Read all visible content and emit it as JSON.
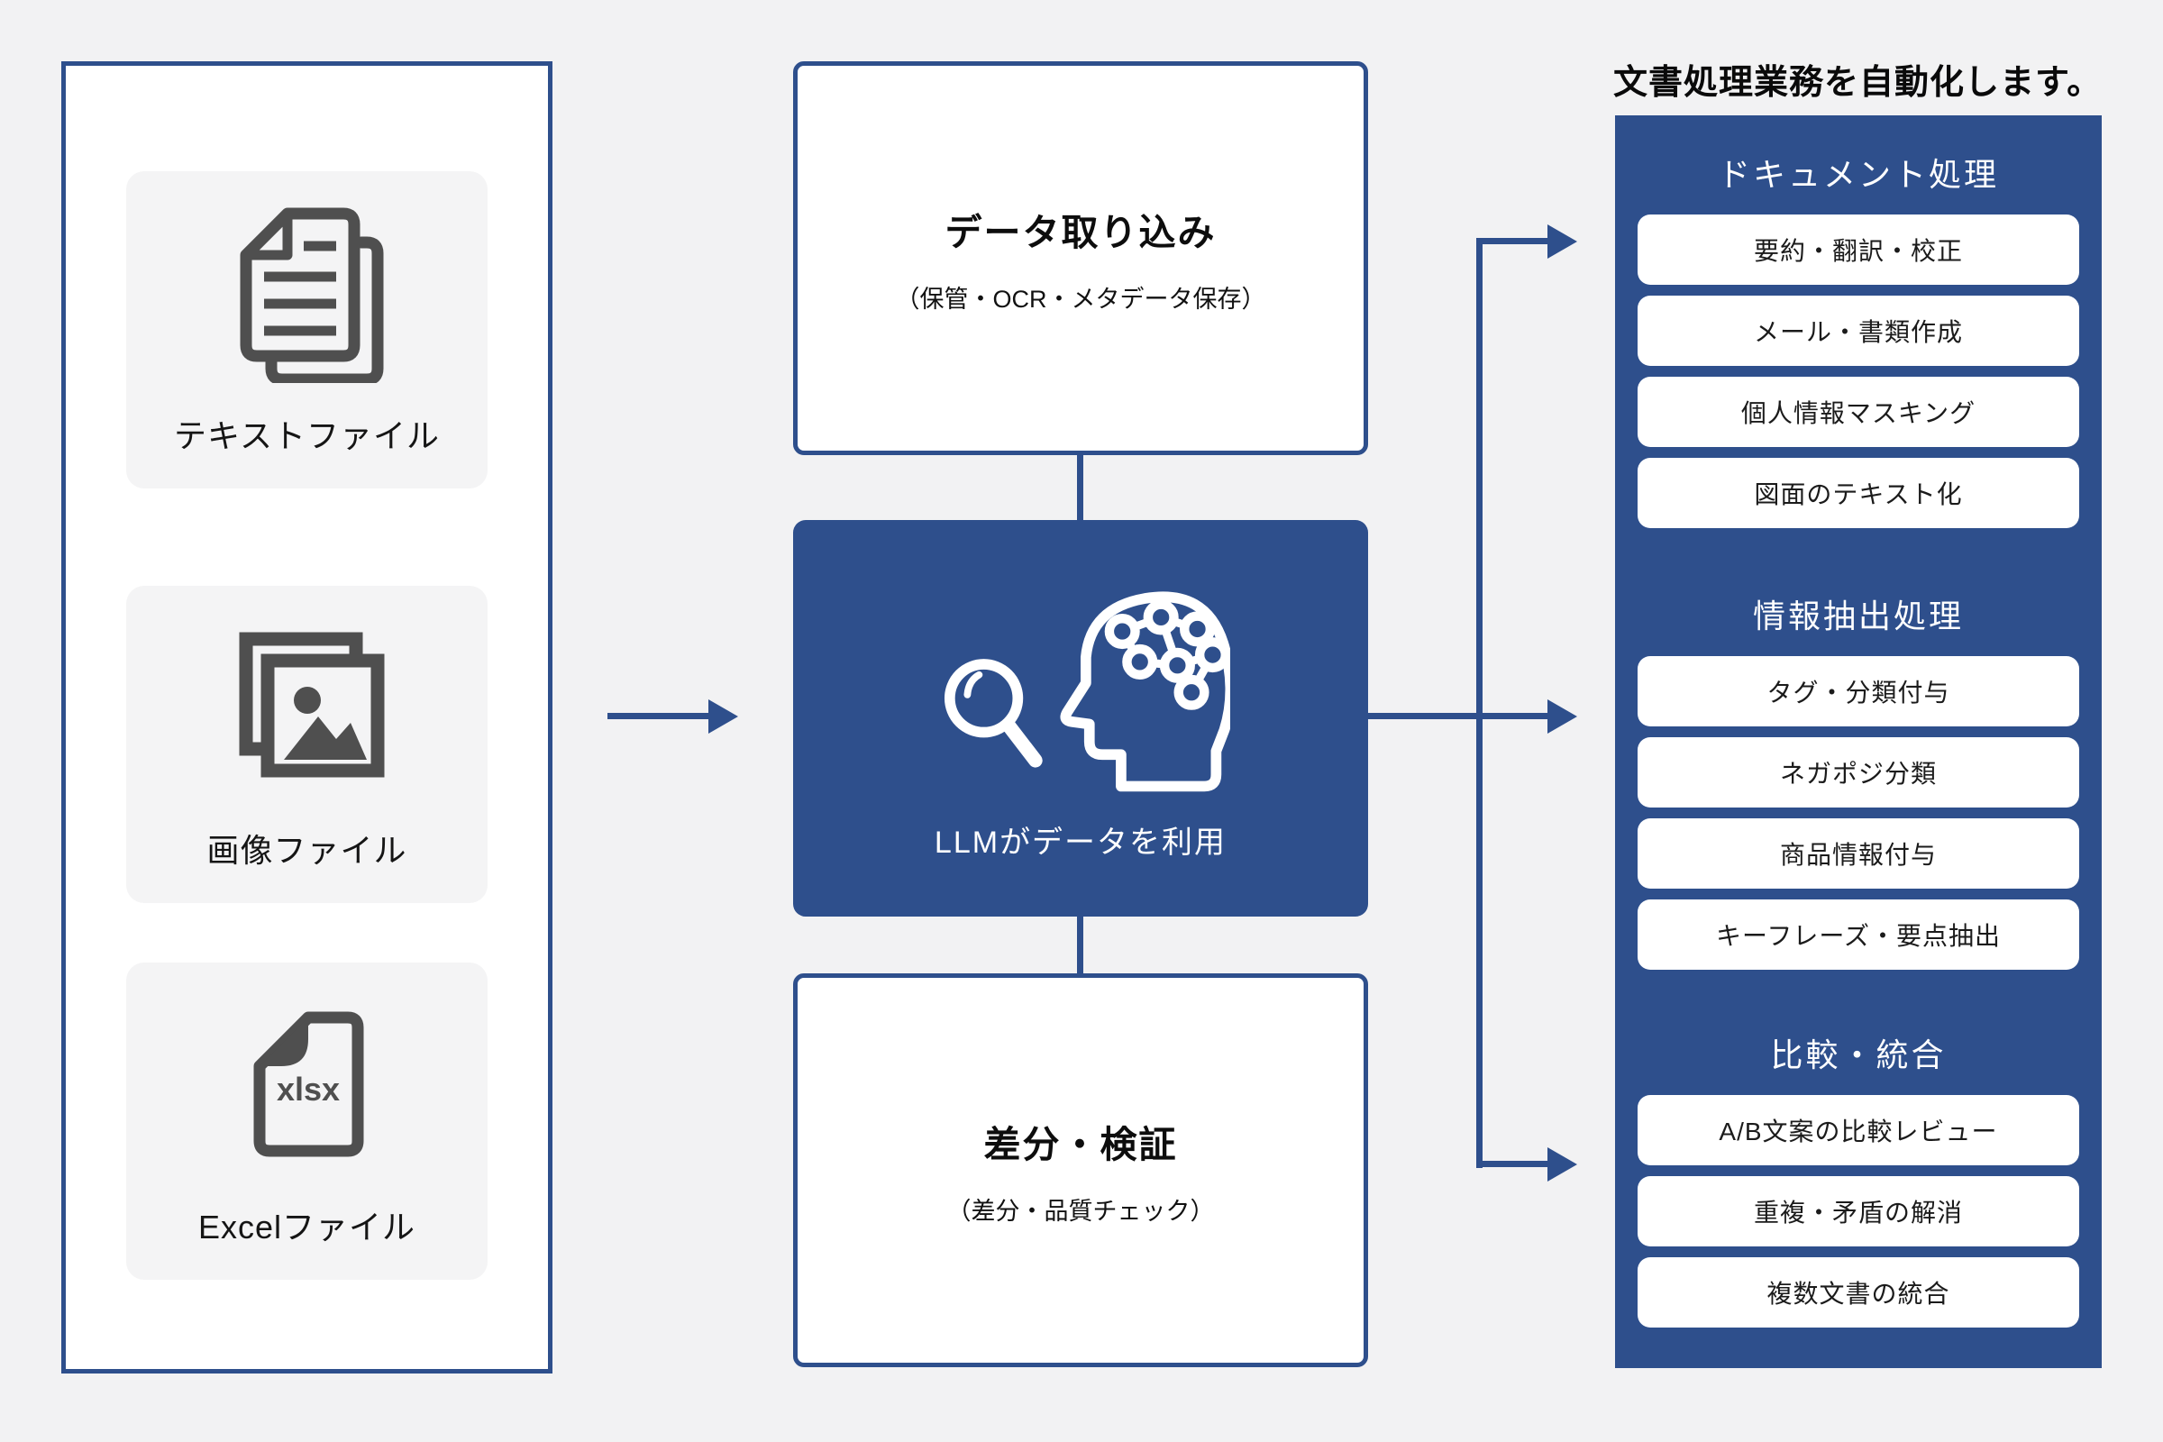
{
  "colors": {
    "accent_blue": "#2e4f8c",
    "background": "#f2f2f3",
    "card_gray": "#f4f4f5",
    "icon_gray": "#4f4f4f",
    "text_ink": "#141414",
    "white": "#ffffff"
  },
  "left_panel": {
    "items": [
      {
        "label": "テキストファイル",
        "icon": "copy-documents-icon"
      },
      {
        "label": "画像ファイル",
        "icon": "images-icon"
      },
      {
        "label": "Excelファイル",
        "icon": "xlsx-file-icon"
      }
    ]
  },
  "pipeline": {
    "ingest": {
      "title": "データ取り込み",
      "subtitle": "（保管・OCR・メタデータ保存）"
    },
    "llm": {
      "label": "LLMがデータを利用",
      "icon": "magnifier-brain-head-icon"
    },
    "verify": {
      "title": "差分・検証",
      "subtitle": "（差分・品質チェック）"
    }
  },
  "output_panel": {
    "title": "文書処理業務を自動化します。",
    "sections": [
      {
        "heading": "ドキュメント処理",
        "items": [
          "要約・翻訳・校正",
          "メール・書類作成",
          "個人情報マスキング",
          "図面のテキスト化"
        ]
      },
      {
        "heading": "情報抽出処理",
        "items": [
          "タグ・分類付与",
          "ネガポジ分類",
          "商品情報付与",
          "キーフレーズ・要点抽出"
        ]
      },
      {
        "heading": "比較・統合",
        "items": [
          "A/B文案の比較レビュー",
          "重複・矛盾の解消",
          "複数文書の統合"
        ]
      }
    ]
  }
}
